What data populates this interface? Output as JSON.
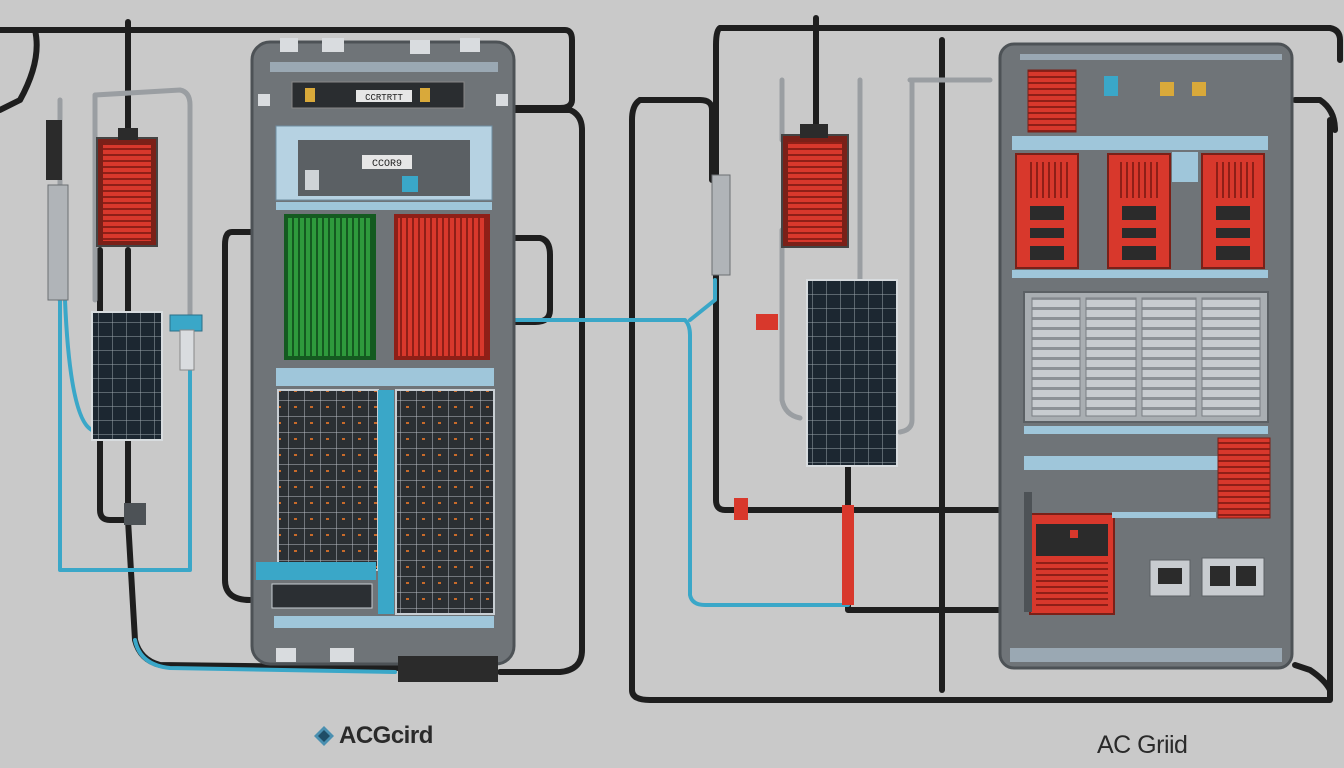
{
  "labels": {
    "left_caption": "ACGcird",
    "right_caption": "AC Griid",
    "left_display_text": "CCRTRTT",
    "center_display_text": "CCOR9"
  },
  "icons": {
    "left_logo": "diamond-logo-icon"
  },
  "colors": {
    "background": "#c9c9c9",
    "cabinet": "#6f7478",
    "cabinet_dark": "#4d5256",
    "pipe_black": "#1e1e1e",
    "pipe_blue": "#3aa7c8",
    "red_unit": "#d8382c",
    "green_unit": "#2e9a3c",
    "solar_panel": "#1c2731",
    "label_text": "#2a2a2a"
  }
}
